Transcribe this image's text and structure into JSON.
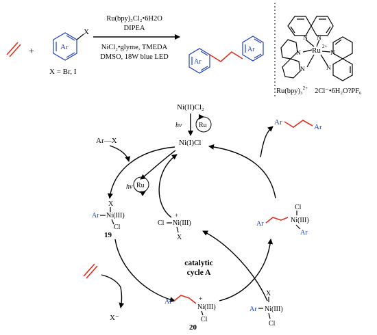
{
  "reaction": {
    "x_group": "X",
    "ar": "Ar",
    "x_equals": "X = Br, I",
    "cond_1": "Ru(bpy)₃Cl₂•6H2O",
    "cond_2": "DIPEA",
    "cond_3": "NiCl₂•glyme, TMEDA",
    "cond_4": "DMSO, 18W blue LED",
    "product_ar_left": "Ar",
    "product_ar_right": "Ar"
  },
  "catalyst_box": {
    "ru_label": "Ru",
    "ru_charge": "2+",
    "n": "N",
    "caption_main": "Ru(bpy)₃",
    "caption_charge": "2+",
    "caption_counter": "2Cl⁻•6H₂O?PF₆"
  },
  "cycle": {
    "ni2": "Ni(II)Cl₂",
    "hv": "hv",
    "ru": "Ru",
    "ni1": "Ni(I)Cl",
    "arx": "Ar—X",
    "product": "Ar",
    "product_ar": "Ar",
    "int19_x": "X",
    "int19_ar": "Ar",
    "int19_ni": "Ni(III)",
    "int19_cl": "Cl",
    "int19_label": "19",
    "ni3_cl": "Cl",
    "ni3_ni": "Ni(III)",
    "ni3_x": "X",
    "plus": "+",
    "right_cl": "Cl",
    "right_ar": "Ar",
    "right_ni": "Ni(III)",
    "right_ar2": "Ar",
    "center_1": "catalytic",
    "center_2": "cycle A",
    "xminus": "X⁻",
    "int20_ar": "Ar",
    "int20_ni": "Ni(III)",
    "int20_cl": "Cl",
    "int20_label": "20",
    "bottom_x": "X",
    "bottom_ar": "Ar",
    "bottom_ni": "Ni(III)",
    "bottom_cl": "Cl"
  }
}
